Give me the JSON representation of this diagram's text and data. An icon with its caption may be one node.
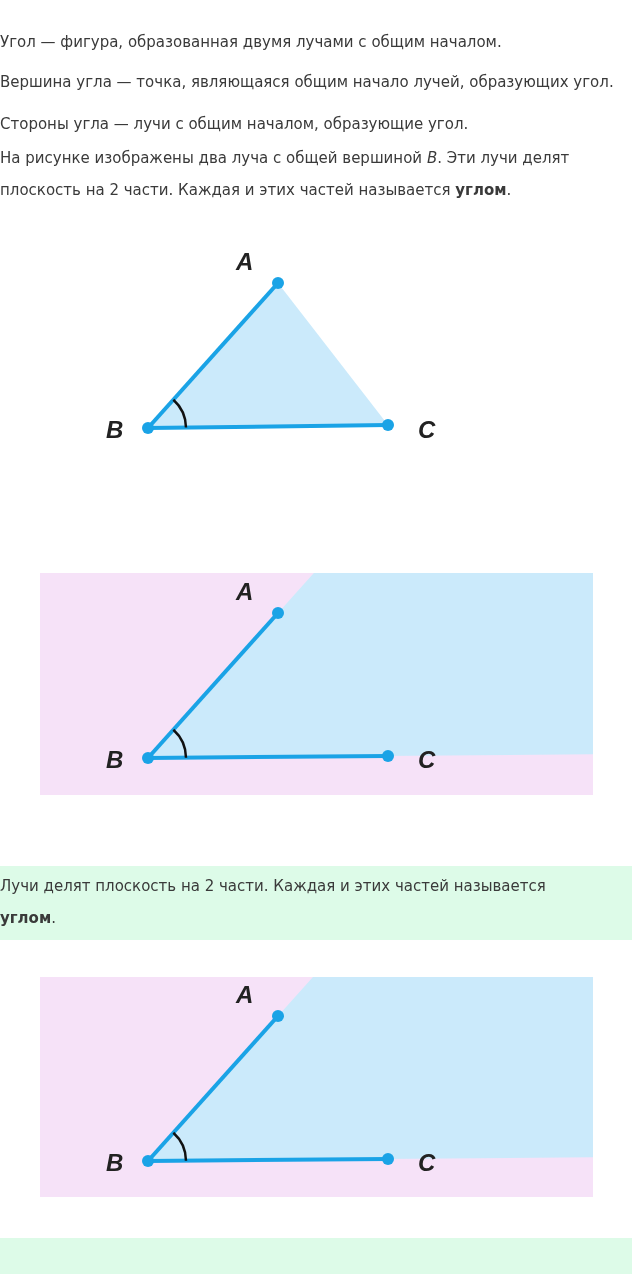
{
  "diagram": {
    "labels": [
      "Угол — фигура, образованная двумя лучами с общим началом.",
      "Вершина угла — точка, являющаяся общим начало лучей, образующих угол.",
      "Стороны угла — лучи с общим началом, образующие угол.",
      "На рисунке изображены два луча с общей вершиной *B*. Эти лучи делят плоскость на 2 части. Каждая и этих частей называется **углом**.",
      "A",
      "B",
      "C",
      "A",
      "B",
      "C",
      "Лучи делят плоскость на 2 части. Каждая и этих частей называется **углом**.",
      "A",
      "B",
      "C"
    ]
  }
}
